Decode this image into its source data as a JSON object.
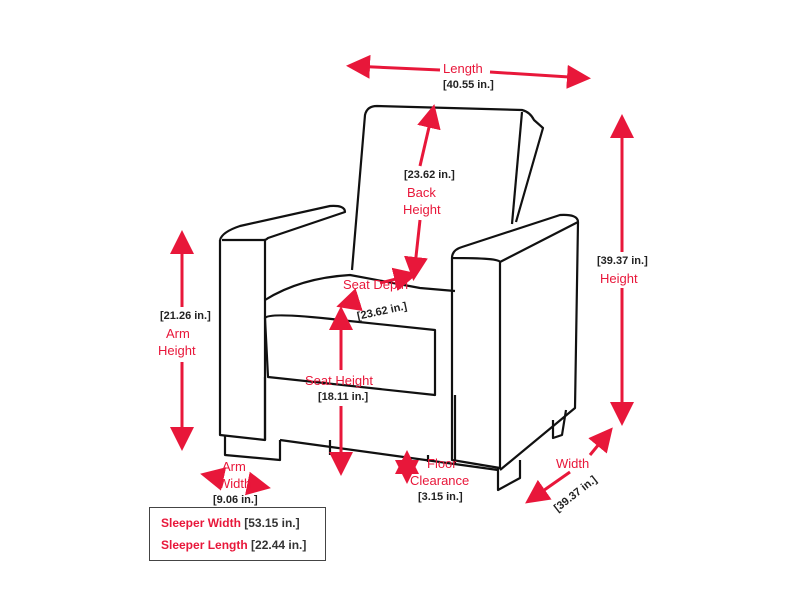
{
  "colors": {
    "accent": "#e8173a",
    "line": "#111111"
  },
  "dimensions": {
    "length": {
      "label": "Length",
      "value": "[40.55 in.]"
    },
    "back_height": {
      "label_1": "Back",
      "label_2": "Height",
      "value": "[23.62 in.]"
    },
    "height": {
      "label": "Height",
      "value": "[39.37 in.]"
    },
    "arm_height": {
      "label_1": "Arm",
      "label_2": "Height",
      "value": "[21.26 in.]"
    },
    "seat_depth": {
      "label": "Seat Depth",
      "value": "[23.62 in.]"
    },
    "seat_height": {
      "label": "Seat Height",
      "value": "[18.11 in.]"
    },
    "arm_width": {
      "label_1": "Arm",
      "label_2": "Width",
      "value": "[9.06 in.]"
    },
    "floor_clearance": {
      "label_1": "Floor",
      "label_2": "Clearance",
      "value": "[3.15 in.]"
    },
    "width": {
      "label": "Width",
      "value": "[39.37 in.]"
    }
  },
  "sleeper": {
    "width_label": "Sleeper Width",
    "width_value": "[53.15 in.]",
    "length_label": "Sleeper Length",
    "length_value": "[22.44 in.]"
  }
}
